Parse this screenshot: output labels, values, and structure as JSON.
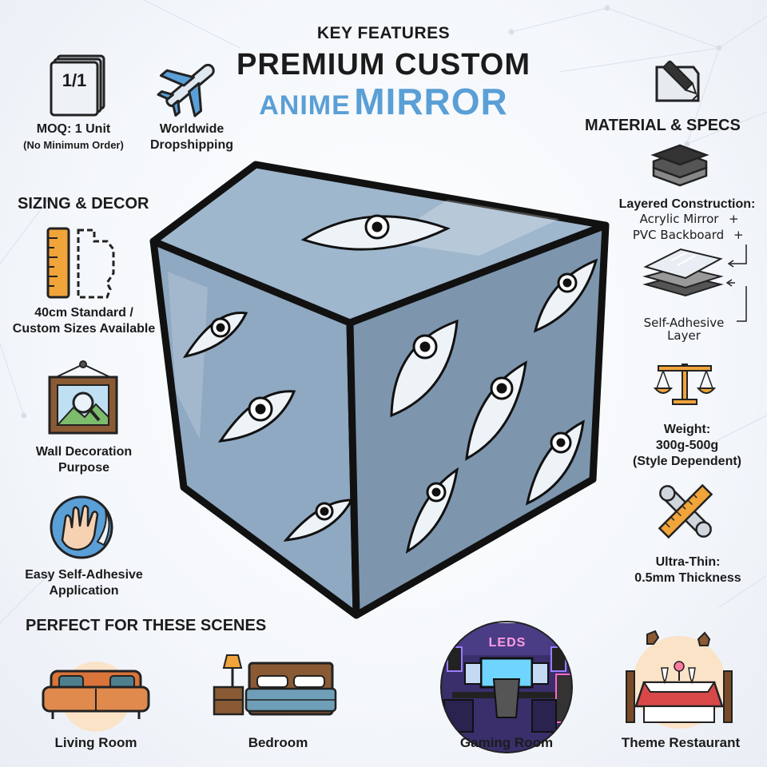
{
  "header": {
    "eyebrow": "KEY FEATURES",
    "title_line1": "PREMIUM CUSTOM",
    "title_line2_a": "ANIME",
    "title_line2_b": "MIRROR"
  },
  "features_left_top": [
    {
      "icon": "moq-stack-icon",
      "badge": "1/1",
      "line1": "MOQ: 1 Unit",
      "line2": "(No Minimum Order)"
    },
    {
      "icon": "airplane-icon",
      "line1": "Worldwide",
      "line2": "Dropshipping"
    }
  ],
  "sizing": {
    "heading": "SIZING & DECOR",
    "size_line1": "40cm Standard /",
    "size_line2": "Custom Sizes Available",
    "wall_line1": "Wall Decoration",
    "wall_line2": "Purpose",
    "adh_line1": "Easy Self-Adhesive",
    "adh_line2": "Application"
  },
  "material": {
    "heading": "MATERIAL & SPECS",
    "layer_title": "Layered Construction:",
    "layer_1": "Acrylic Mirror",
    "layer_2": "PVC Backboard",
    "plus": "+",
    "layer_3_line1": "Self-Adhesive",
    "layer_3_line2": "Layer",
    "weight_line1": "Weight:",
    "weight_line2": "300g-500g",
    "weight_line3": "(Style Dependent)",
    "thin_line1": "Ultra-Thin:",
    "thin_line2": "0.5mm Thickness"
  },
  "scenes": {
    "heading": "PERFECT FOR THESE SCENES",
    "items": [
      {
        "label": "Living Room",
        "icon": "sofa-icon"
      },
      {
        "label": "Bedroom",
        "icon": "bed-icon"
      },
      {
        "label": "Gaming Room",
        "icon": "gaming-setup-icon",
        "sign": "LEDS"
      },
      {
        "label": "Theme Restaurant",
        "icon": "dining-table-icon"
      }
    ]
  },
  "colors": {
    "accent_blue": "#5a9fd6",
    "cube_face": "#8fa9c2",
    "orange": "#f0a43a"
  }
}
